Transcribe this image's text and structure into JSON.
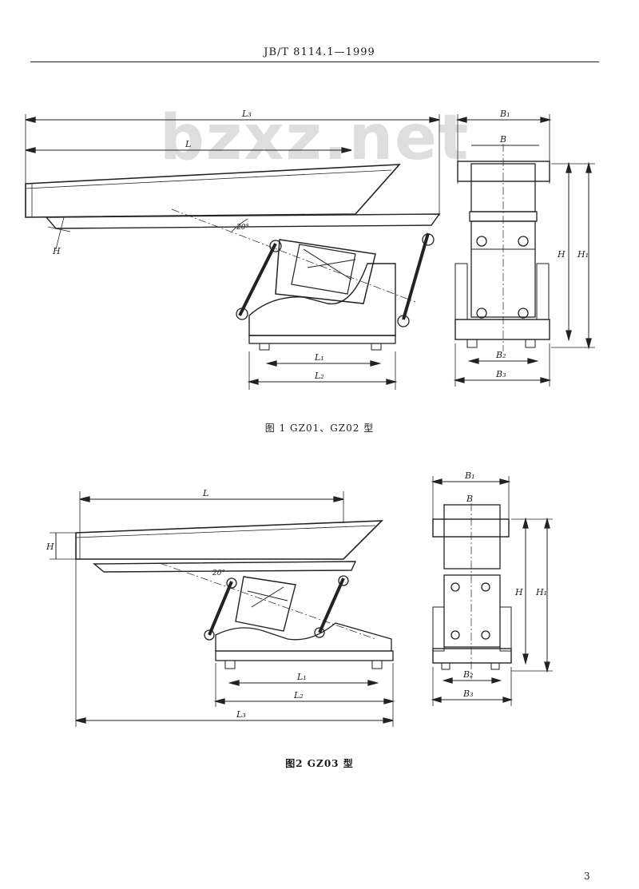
{
  "header": {
    "standard_code": "JB/T 8114.1—1999"
  },
  "watermark": {
    "text": "bzxz.net"
  },
  "figure1": {
    "caption": "图 1   GZ01、GZ02 型",
    "labels": {
      "L3": "L₃",
      "L": "L",
      "H": "H",
      "angle": "20°",
      "L1": "L₁",
      "L2": "L₂",
      "B1": "B₁",
      "B": "B",
      "H_side": "H",
      "H1": "H₁",
      "B2": "B₂",
      "B3": "B₃"
    }
  },
  "figure2": {
    "caption": "图2   GZ03 型",
    "labels": {
      "L": "L",
      "H": "H",
      "angle": "20°",
      "L1": "L₁",
      "L2": "L₂",
      "L3": "L₃",
      "B1": "B₁",
      "B": "B",
      "H_side": "H",
      "H1": "H₁",
      "B2": "B₂",
      "B3": "B₃"
    }
  },
  "page": {
    "number": "3"
  }
}
